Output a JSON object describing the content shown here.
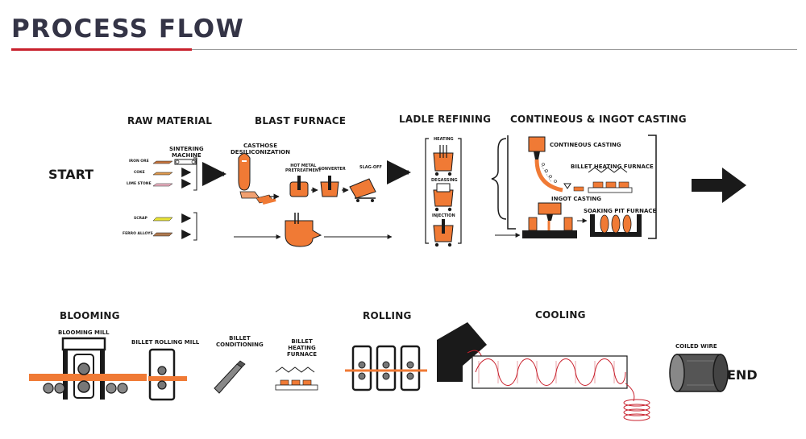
{
  "header": {
    "title": "PROCESS FLOW"
  },
  "colors": {
    "accent": "#c8202c",
    "orange": "#f07a35",
    "dark": "#1a1a1a",
    "steel": "#666666"
  },
  "nodes": {
    "start": "START",
    "end": "END",
    "raw_material": {
      "title": "RAW MATERIAL",
      "sintering": "SINTERING\nMACHINE",
      "inputs": [
        "IRON ORE",
        "COKE",
        "LIME STONE"
      ],
      "additives": [
        "SCRAP",
        "FERRO ALLOYS"
      ]
    },
    "blast_furnace": {
      "title": "BLAST FURNACE",
      "casthose": "CASTHOSE\nDESILICONIZATION",
      "pretreatment": "HOT METAL\nPRETREATMENT",
      "converter": "CONVERTER",
      "slag_off": "SLAG-OFF"
    },
    "ladle_refining": {
      "title": "LADLE REFINING",
      "steps": [
        "HEATING",
        "DEGASSING",
        "INJECTION"
      ]
    },
    "casting": {
      "title": "CONTINEOUS & INGOT CASTING",
      "continuous": "CONTINEOUS CASTING",
      "billet_heating": "BILLET HEATING FURNACE",
      "ingot": "INGOT CASTING",
      "soaking": "SOAKING PIT FURNACE"
    },
    "blooming": {
      "title": "BLOOMING",
      "mill": "BLOOMING MILL",
      "billet_rolling": "BILLET ROLLING MILL",
      "conditioning": "BILLET\nCONDITIONING",
      "heating_furnace": "BILLET\nHEATING\nFURNACE"
    },
    "rolling": {
      "title": "ROLLING"
    },
    "cooling": {
      "title": "COOLING",
      "coiled": "COILED WIRE"
    }
  }
}
